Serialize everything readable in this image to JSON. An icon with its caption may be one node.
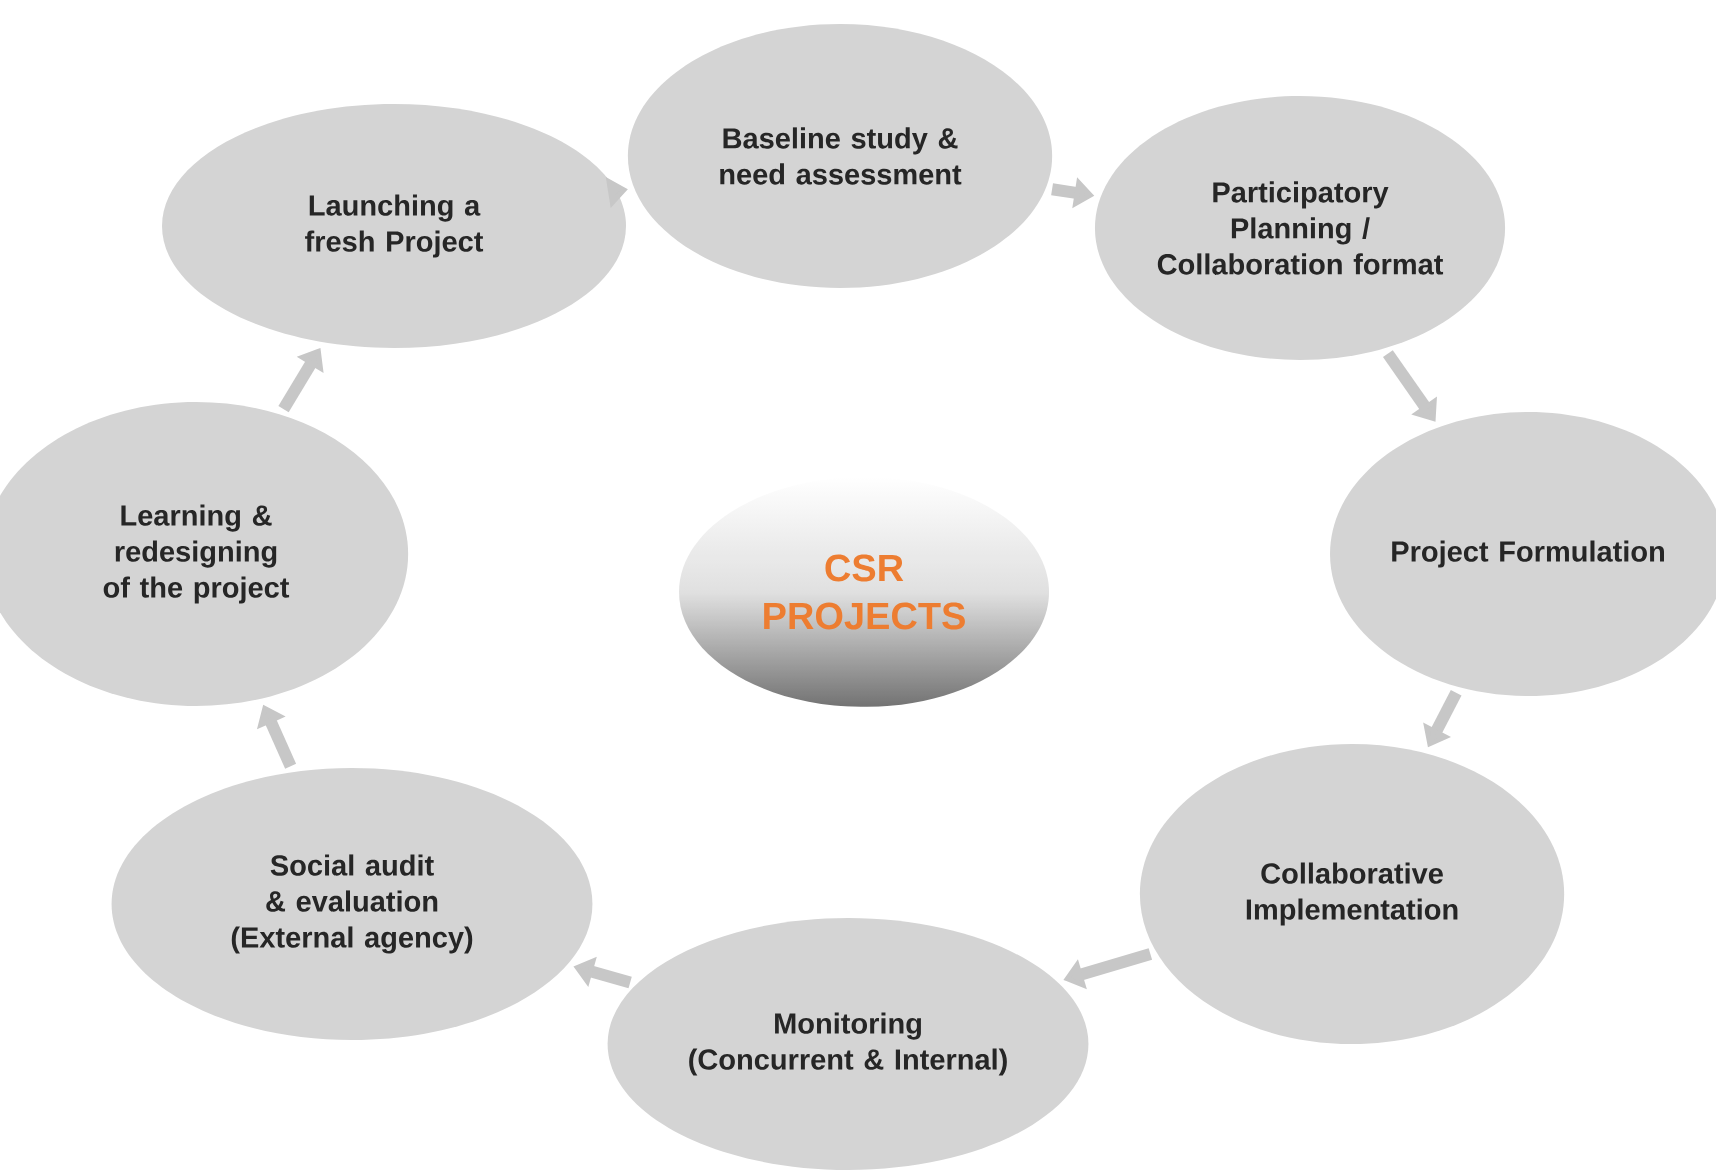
{
  "diagram": {
    "nodes": [
      {
        "text": [
          "Launching a fresh Project"
        ]
      },
      {
        "text": [
          "Baseline study & need assessment"
        ]
      },
      {
        "text": [
          "Participatory Planning / Collaboration format"
        ]
      },
      {
        "text": [
          "Project Formulation"
        ]
      },
      {
        "text": [
          "Collaborative Implementation"
        ]
      },
      {
        "text": [
          "Monitoring (Concurrent & Internal)"
        ]
      },
      {
        "text": [
          "Social audit & evaluation (External agency)"
        ]
      },
      {
        "text": [
          "Learning & redesigning of the project"
        ]
      },
      {
        "text": [
          "CSR PROJECTS"
        ]
      }
    ],
    "edges": [
      {
        "from": 0,
        "to": 1,
        "arrow": "to"
      },
      {
        "from": 1,
        "to": 2,
        "arrow": "to"
      },
      {
        "from": 2,
        "to": 3,
        "arrow": "to"
      },
      {
        "from": 3,
        "to": 4,
        "arrow": "to"
      },
      {
        "from": 4,
        "to": 5,
        "arrow": "to"
      },
      {
        "from": 5,
        "to": 6,
        "arrow": "to"
      },
      {
        "from": 6,
        "to": 7,
        "arrow": "to"
      },
      {
        "from": 7,
        "to": 0,
        "arrow": "to"
      }
    ]
  }
}
